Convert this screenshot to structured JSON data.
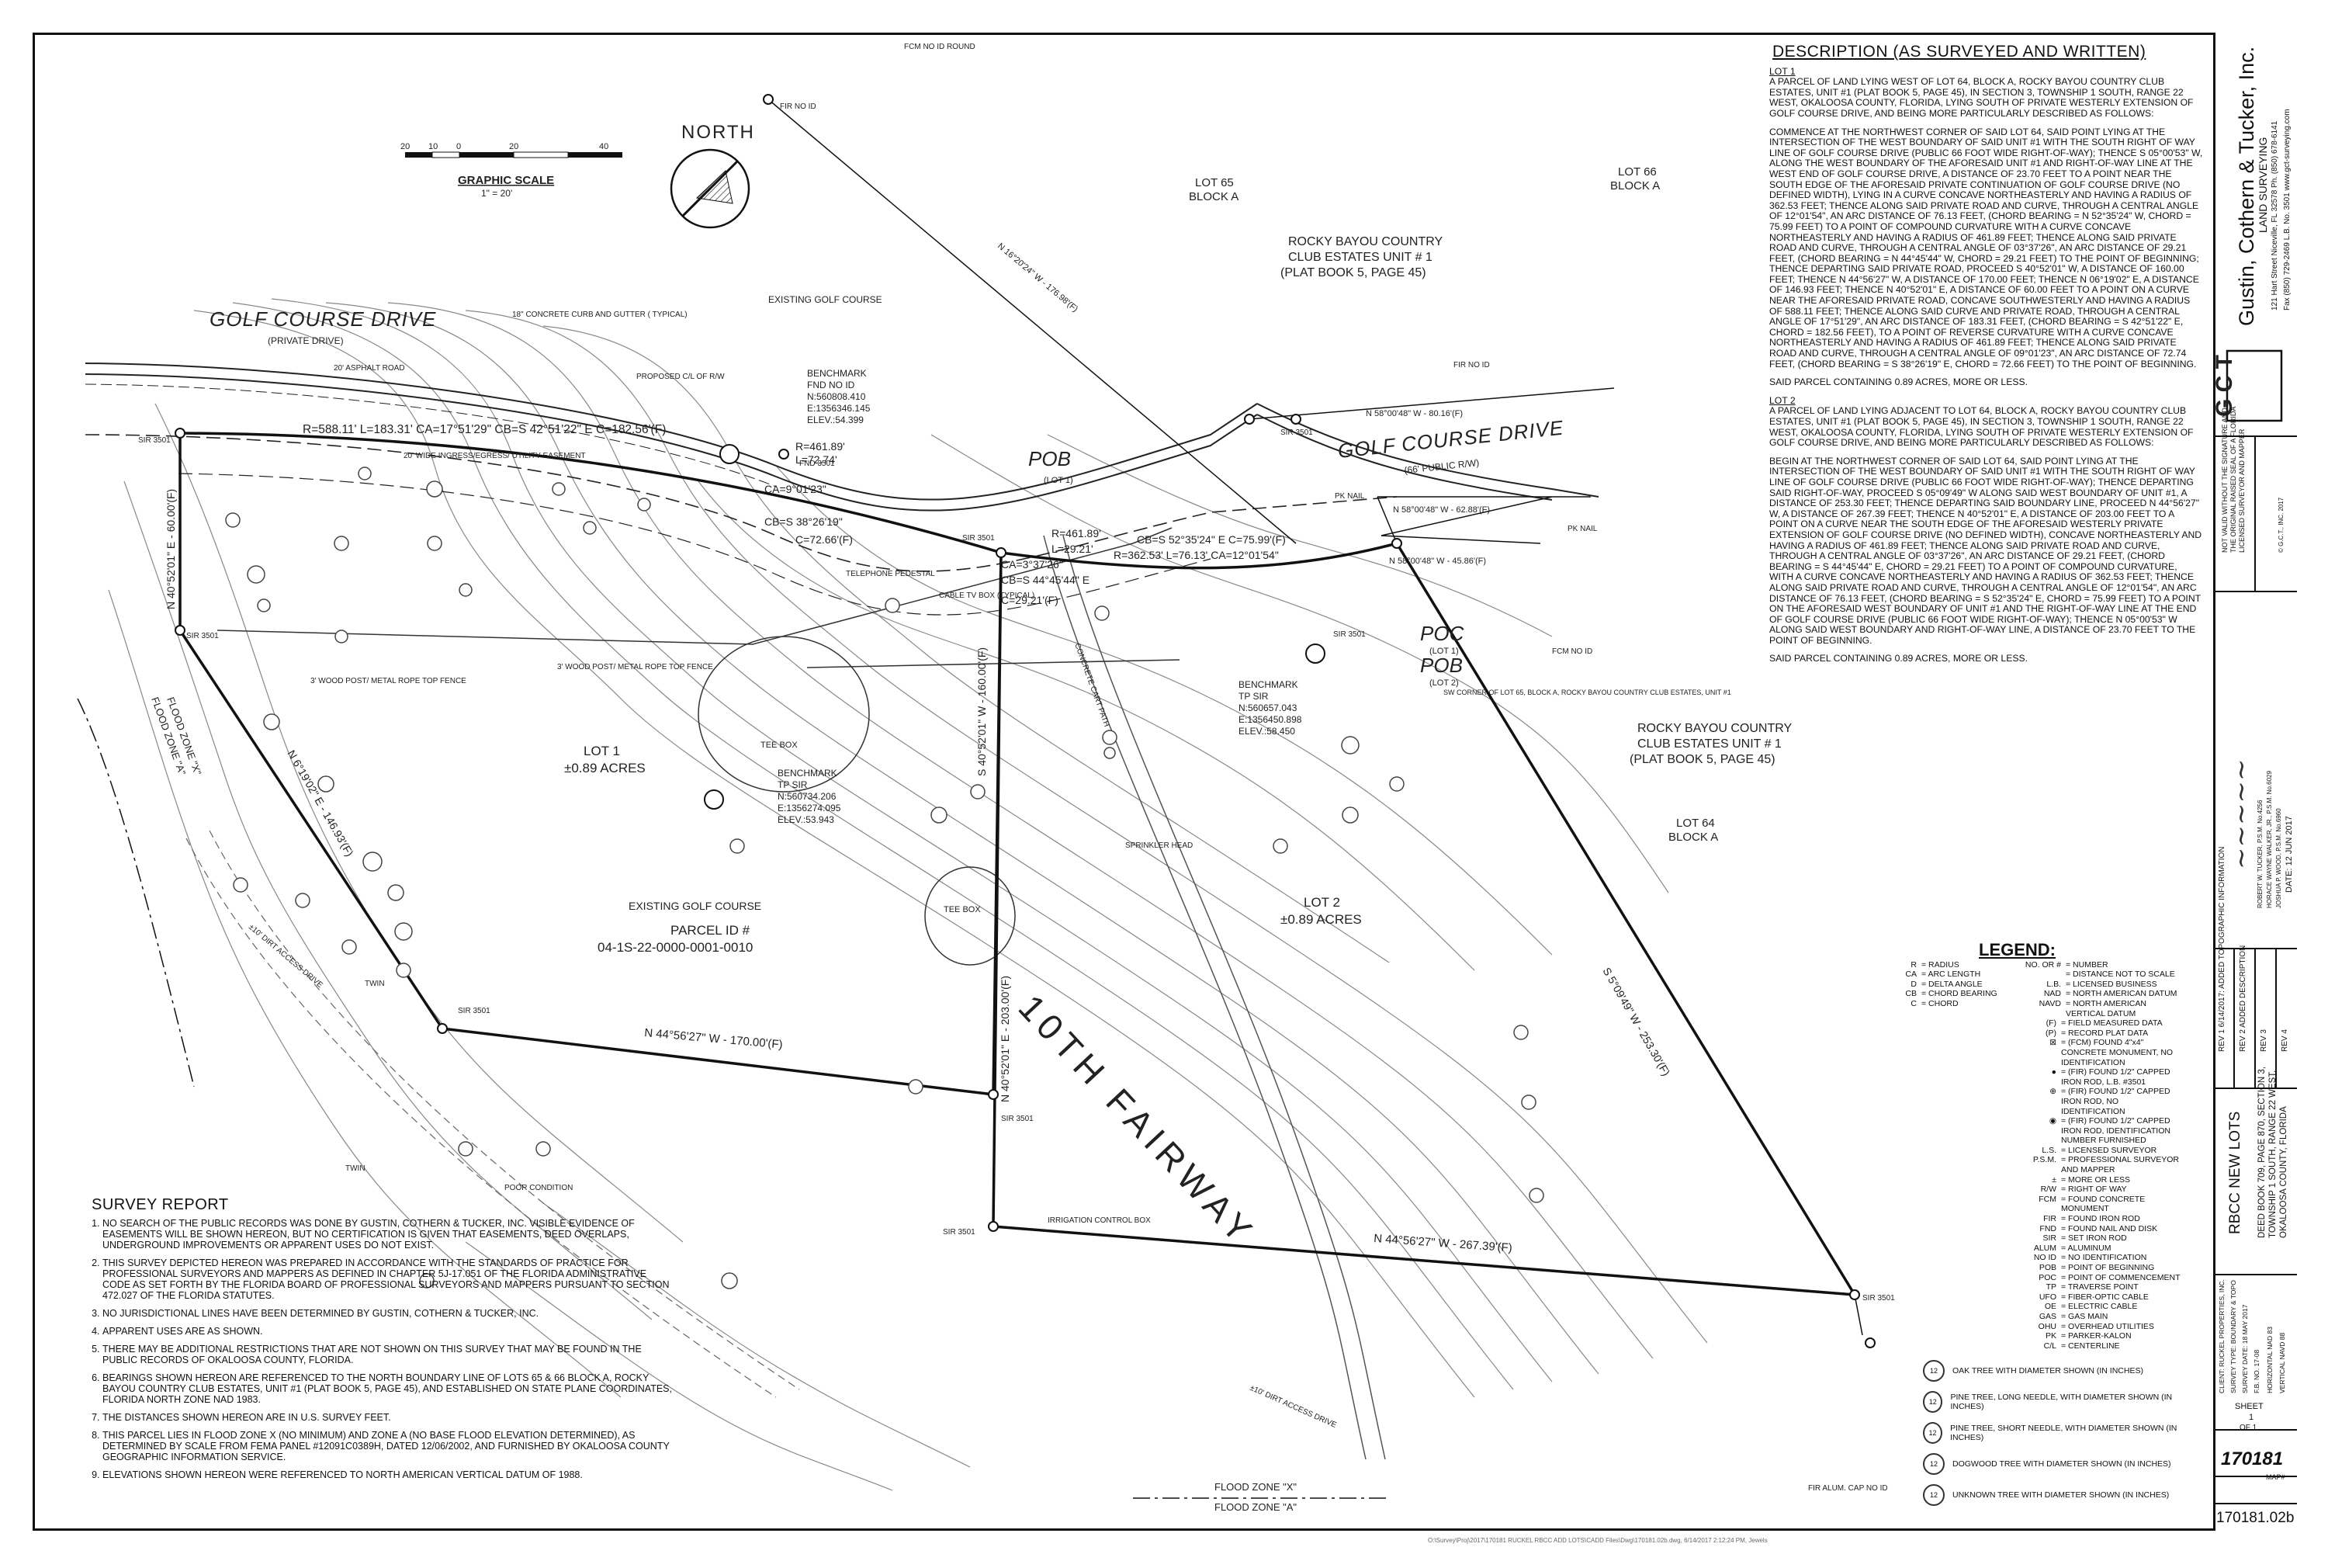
{
  "firm": {
    "name": "Gustin, Cothern & Tucker, Inc.",
    "sub": "LAND SURVEYING",
    "address1": "121 Hart Street   Niceville, FL 32578   Ph. (850) 678-6141",
    "address2": "Fax (850) 729-2469   L.B. No. 3501   www.gct-surveying.com",
    "logo": "G C T"
  },
  "plan": {
    "north_label": "NORTH",
    "scale_title": "GRAPHIC SCALE",
    "scale_note": "1\" = 20'",
    "scale_ticks": [
      "20",
      "10",
      "0",
      "20",
      "40"
    ],
    "gcd_left": "GOLF COURSE DRIVE",
    "gcd_left_sub": "(PRIVATE DRIVE)",
    "gcd_right": "GOLF COURSE DRIVE",
    "gcd_right_sub": "(66' PUBLIC R/W)",
    "existing_golf_top": "EXISTING GOLF COURSE",
    "existing_golf_mid": "EXISTING GOLF COURSE",
    "lot65": "LOT 65",
    "lot65_block": "BLOCK A",
    "lot66": "LOT 66",
    "lot66_block": "BLOCK A",
    "lot64": "LOT 64",
    "lot64_block": "BLOCK A",
    "rbcc_top": "ROCKY BAYOU COUNTRY",
    "rbcc_top2": "CLUB ESTATES UNIT # 1",
    "rbcc_top3": "(PLAT BOOK 5, PAGE 45)",
    "rbcc_right": "ROCKY BAYOU COUNTRY",
    "rbcc_right2": "CLUB ESTATES UNIT # 1",
    "rbcc_right3": "(PLAT BOOK 5, PAGE 45)",
    "lot1": "LOT 1",
    "lot1_area": "±0.89 ACRES",
    "lot2": "LOT 2",
    "lot2_area": "±0.89 ACRES",
    "parcel": "PARCEL ID #",
    "parcel_num": "04-1S-22-0000-0001-0010",
    "fairway": "10TH FAIRWAY",
    "pob": "POB",
    "pob_sub": "(LOT 1)",
    "poc": "POC",
    "poc_sub": "(LOT 1)",
    "pob2": "POB",
    "pob2_sub": "(LOT 2)",
    "tee_box": "TEE BOX",
    "tee_box2": "TEE BOX",
    "flood_x": "FLOOD ZONE \"X\"",
    "flood_a": "FLOOD ZONE \"A\"",
    "bench1": [
      "BENCHMARK",
      "FND NO ID",
      "N:560808.410",
      "E:1356346.145",
      "ELEV.:54.399"
    ],
    "bench2": [
      "BENCHMARK",
      "TP SIR",
      "N:560734.206",
      "E:1356274.095",
      "ELEV.:53.943"
    ],
    "bench3": [
      "BENCHMARK",
      "TP SIR",
      "N:560657.043",
      "E:1356450.898",
      "ELEV.:58.450"
    ],
    "curve_top": "R=588.11'   L=183.31'   CA=17°51'29\"   CB=S 42°51'22\" E   C=182.56'(F)",
    "curve_pob": [
      "R=461.89'",
      "L=72.74'",
      "CA=9°01'23\"",
      "CB=S 38°26'19\"",
      "C=72.66'(F)"
    ],
    "curve_mid": [
      "R=461.89'",
      "L=29.21'",
      "CA=3°37'26\"",
      "CB=S 44°45'44\" E",
      "C=29.21'(F)"
    ],
    "curve_right": "R=362.53'   L=76.13'   CA=12°01'54\"",
    "curve_right_cb": "CB=S 52°35'24\" E   C=75.99'(F)",
    "line_west": "N 40°52'01\" E - 60.00'(F)",
    "line_sw": "N 6°19'02\" E - 146.93'(F)",
    "line_mid_n": "S 40°52'01\" W - 160.00'(F)",
    "line_mid_s": "N 40°52'01\" E - 203.00'(F)",
    "line_h1": "N 44°56'27\" W - 170.00'(F)",
    "line_h2": "N 44°56'27\" W - 267.39'(F)",
    "line_east": "S 5°09'49\" W - 253.30'(F)",
    "line_ne": "N 16°20'24\" W - 176.98'(F)",
    "line_gcd": "N 58°00'48\" W - 80.16'(F)",
    "line_gcd2": "N 58°00'48\" W - 62.88'(F)",
    "line_gcd3": "N 58°00'48\" W - 45.86'(F)",
    "notes": [
      "18\" CONCRETE CURB AND GUTTER ( TYPICAL)",
      "PROPOSED C/L OF R/W",
      "20' ASPHALT ROAD",
      "20' WIDE INGRESS/EGRESS/ UTILITY EASEMENT",
      "TELEPHONE PEDESTAL",
      "CABLE TV BOX (TYPICAL)",
      "3' WOOD POST/ METAL ROPE TOP FENCE",
      "3' WOOD POST/ METAL ROPE TOP FENCE",
      "SPRINKLER HEAD",
      "IRRIGATION CONTROL BOX",
      "POOR CONDITION",
      "TWIN",
      "TWIN",
      "±10' DIRT ACCESS DRIVE",
      "±10' DIRT ACCESS DRIVE",
      "CONCRETE CART PATH",
      "FCM NO ID ROUND",
      "FIR NO ID",
      "FIR NO ID",
      "PK NAIL",
      "PK NAIL",
      "FCM NO ID",
      "FIR ALUM. CAP NO ID",
      "SW CORNER OF LOT 65, BLOCK A, ROCKY BAYOU COUNTRY CLUB ESTATES, UNIT #1",
      "SIR 3501",
      "FND 3501"
    ]
  },
  "description": {
    "title": "DESCRIPTION (AS SURVEYED AND WRITTEN)",
    "lot1_label": "LOT 1",
    "lot1_p1": "A PARCEL OF LAND LYING WEST OF LOT 64, BLOCK A, ROCKY BAYOU COUNTRY CLUB ESTATES, UNIT #1 (PLAT BOOK 5, PAGE 45), IN SECTION 3, TOWNSHIP 1 SOUTH, RANGE 22 WEST, OKALOOSA COUNTY, FLORIDA, LYING SOUTH OF PRIVATE WESTERLY EXTENSION OF GOLF COURSE DRIVE, AND BEING MORE PARTICULARLY DESCRIBED AS FOLLOWS:",
    "lot1_p2": "COMMENCE AT THE NORTHWEST CORNER OF SAID LOT 64, SAID POINT LYING AT THE INTERSECTION OF THE WEST BOUNDARY OF SAID UNIT #1 WITH THE SOUTH RIGHT OF WAY LINE OF GOLF COURSE DRIVE (PUBLIC 66 FOOT WIDE RIGHT-OF-WAY); THENCE S 05°00'53\" W, ALONG THE WEST BOUNDARY OF THE AFORESAID UNIT #1 AND RIGHT-OF-WAY LINE AT THE WEST END OF GOLF COURSE DRIVE, A DISTANCE OF 23.70 FEET TO A POINT NEAR THE SOUTH EDGE OF THE AFORESAID PRIVATE CONTINUATION OF GOLF COURSE DRIVE (NO DEFINED WIDTH), LYING IN A CURVE CONCAVE NORTHEASTERLY AND HAVING A RADIUS OF 362.53 FEET; THENCE ALONG SAID PRIVATE ROAD AND CURVE, THROUGH A CENTRAL ANGLE OF 12°01'54\", AN ARC DISTANCE OF 76.13 FEET, (CHORD BEARING = N 52°35'24\" W, CHORD = 75.99 FEET) TO A POINT OF COMPOUND CURVATURE WITH A CURVE CONCAVE NORTHEASTERLY AND HAVING A RADIUS OF 461.89 FEET; THENCE ALONG SAID PRIVATE ROAD AND CURVE, THROUGH A CENTRAL ANGLE OF 03°37'26\", AN ARC DISTANCE OF 29.21 FEET, (CHORD BEARING = N 44°45'44\" W, CHORD = 29.21 FEET) TO THE POINT OF BEGINNING; THENCE DEPARTING SAID PRIVATE ROAD, PROCEED S 40°52'01\" W, A DISTANCE OF 160.00 FEET; THENCE N 44°56'27\" W, A DISTANCE OF 170.00 FEET; THENCE N 06°19'02\" E, A DISTANCE OF 146.93 FEET; THENCE N 40°52'01\" E, A DISTANCE OF 60.00 FEET TO A POINT ON A CURVE NEAR THE AFORESAID PRIVATE ROAD, CONCAVE SOUTHWESTERLY AND HAVING A RADIUS OF 588.11 FEET; THENCE ALONG SAID CURVE AND PRIVATE ROAD, THROUGH A CENTRAL ANGLE OF 17°51'29\", AN ARC DISTANCE OF 183.31 FEET, (CHORD BEARING = S 42°51'22\" E, CHORD = 182.56 FEET), TO A POINT OF REVERSE CURVATURE WITH A CURVE CONCAVE NORTHEASTERLY AND HAVING A RADIUS OF 461.89 FEET; THENCE ALONG SAID PRIVATE ROAD AND CURVE, THROUGH A CENTRAL ANGLE OF 09°01'23\", AN ARC DISTANCE OF 72.74 FEET, (CHORD BEARING = S 38°26'19\" E, CHORD = 72.66 FEET) TO THE POINT OF BEGINNING.",
    "lot1_p3": "SAID PARCEL CONTAINING 0.89 ACRES, MORE OR LESS.",
    "lot2_label": "LOT 2",
    "lot2_p1": "A PARCEL OF LAND LYING ADJACENT TO LOT 64, BLOCK A, ROCKY BAYOU COUNTRY CLUB ESTATES, UNIT #1 (PLAT BOOK 5, PAGE 45), IN SECTION 3, TOWNSHIP 1 SOUTH, RANGE 22 WEST, OKALOOSA COUNTY, FLORIDA, LYING SOUTH OF PRIVATE WESTERLY EXTENSION OF GOLF COURSE DRIVE, AND BEING MORE PARTICULARLY DESCRIBED AS FOLLOWS:",
    "lot2_p2": "BEGIN AT THE NORTHWEST CORNER OF SAID LOT 64, SAID POINT LYING AT THE INTERSECTION OF THE WEST BOUNDARY OF SAID UNIT #1 WITH THE SOUTH RIGHT OF WAY LINE OF GOLF COURSE DRIVE (PUBLIC 66 FOOT WIDE RIGHT-OF-WAY); THENCE DEPARTING SAID RIGHT-OF-WAY, PROCEED S 05°09'49\" W ALONG SAID WEST BOUNDARY OF UNIT #1, A DISTANCE OF 253.30 FEET; THENCE DEPARTING SAID BOUNDARY LINE, PROCEED N 44°56'27\" W, A DISTANCE OF 267.39 FEET; THENCE N 40°52'01\" E, A DISTANCE OF 203.00 FEET TO A POINT ON A CURVE NEAR THE SOUTH EDGE OF THE AFORESAID WESTERLY PRIVATE EXTENSION OF GOLF COURSE DRIVE (NO DEFINED WIDTH), CONCAVE NORTHEASTERLY AND HAVING A RADIUS OF 461.89 FEET; THENCE ALONG SAID PRIVATE ROAD AND CURVE, THROUGH A CENTRAL ANGLE OF 03°37'26\", AN ARC DISTANCE OF 29.21 FEET, (CHORD BEARING = S 44°45'44\" E, CHORD = 29.21 FEET) TO A POINT OF COMPOUND CURVATURE, WITH A CURVE CONCAVE NORTHEASTERLY AND HAVING A RADIUS OF 362.53 FEET; THENCE ALONG SAID PRIVATE ROAD AND CURVE, THROUGH A CENTRAL ANGLE OF 12°01'54\", AN ARC DISTANCE OF 76.13 FEET, (CHORD BEARING = S 52°35'24\" E, CHORD = 75.99 FEET) TO A POINT ON THE AFORESAID WEST BOUNDARY OF UNIT #1 AND THE RIGHT-OF-WAY LINE AT THE END OF GOLF COURSE DRIVE (PUBLIC 66 FOOT WIDE RIGHT-OF-WAY); THENCE N 05°00'53\" W ALONG SAID WEST BOUNDARY AND RIGHT-OF-WAY LINE, A DISTANCE OF 23.70 FEET TO THE POINT OF BEGINNING.",
    "lot2_p3": "SAID PARCEL CONTAINING 0.89 ACRES, MORE OR LESS."
  },
  "report": {
    "title": "SURVEY REPORT",
    "items": [
      "NO SEARCH OF THE PUBLIC RECORDS WAS DONE BY GUSTIN, COTHERN & TUCKER, INC. VISIBLE EVIDENCE OF EASEMENTS WILL BE SHOWN HEREON, BUT NO CERTIFICATION IS GIVEN THAT EASEMENTS, DEED OVERLAPS, UNDERGROUND IMPROVEMENTS OR APPARENT USES DO NOT EXIST.",
      "THIS SURVEY DEPICTED HEREON WAS PREPARED IN ACCORDANCE WITH THE STANDARDS OF PRACTICE FOR PROFESSIONAL SURVEYORS AND MAPPERS AS DEFINED IN CHAPTER 5J-17.051 OF THE FLORIDA ADMINISTRATIVE CODE AS SET FORTH BY THE FLORIDA BOARD OF PROFESSIONAL SURVEYORS AND MAPPERS PURSUANT TO SECTION 472.027 OF THE FLORIDA STATUTES.",
      "NO JURISDICTIONAL LINES HAVE BEEN DETERMINED BY GUSTIN, COTHERN & TUCKER, INC.",
      "APPARENT USES ARE AS SHOWN.",
      "THERE MAY BE ADDITIONAL RESTRICTIONS THAT ARE NOT SHOWN ON THIS SURVEY THAT MAY BE FOUND IN THE PUBLIC RECORDS OF OKALOOSA COUNTY, FLORIDA.",
      "BEARINGS SHOWN HEREON ARE REFERENCED TO THE NORTH BOUNDARY LINE OF LOTS 65 & 66 BLOCK A, ROCKY BAYOU COUNTRY CLUB ESTATES, UNIT #1 (PLAT BOOK 5, PAGE 45), AND ESTABLISHED ON STATE PLANE COORDINATES, FLORIDA NORTH ZONE NAD 1983.",
      "THE DISTANCES SHOWN HEREON ARE IN U.S. SURVEY FEET.",
      "THIS PARCEL LIES IN FLOOD ZONE X (NO MINIMUM) AND ZONE A (NO BASE FLOOD ELEVATION DETERMINED), AS DETERMINED BY SCALE FROM FEMA PANEL #12091C0389H, DATED 12/06/2002, AND FURNISHED BY OKALOOSA COUNTY GEOGRAPHIC INFORMATION SERVICE.",
      "ELEVATIONS SHOWN HEREON WERE REFERENCED TO NORTH AMERICAN VERTICAL DATUM OF 1988."
    ]
  },
  "legend": {
    "title": "LEGEND:",
    "rows": [
      [
        "R",
        "= RADIUS",
        "NO. OR #",
        "= NUMBER"
      ],
      [
        "CA",
        "= ARC LENGTH",
        "",
        "= DISTANCE NOT TO SCALE"
      ],
      [
        "D",
        "= DELTA ANGLE",
        "L.B.",
        "= LICENSED BUSINESS"
      ],
      [
        "CB",
        "= CHORD BEARING",
        "NAD",
        "= NORTH AMERICAN DATUM"
      ],
      [
        "C",
        "= CHORD",
        "NAVD",
        "= NORTH AMERICAN VERTICAL DATUM"
      ]
    ],
    "items": [
      [
        "(F)",
        "= FIELD MEASURED DATA"
      ],
      [
        "(P)",
        "= RECORD PLAT DATA"
      ],
      [
        "⊠",
        "= (FCM) FOUND 4\"x4\" CONCRETE MONUMENT, NO IDENTIFICATION"
      ],
      [
        "●",
        "= (FIR) FOUND 1/2\" CAPPED IRON ROD, L.B. #3501"
      ],
      [
        "⊕",
        "= (FIR) FOUND 1/2\" CAPPED IRON ROD, NO IDENTIFICATION"
      ],
      [
        "◉",
        "= (FIR) FOUND 1/2\" CAPPED IRON ROD, IDENTIFICATION NUMBER FURNISHED"
      ],
      [
        "L.S.",
        "= LICENSED SURVEYOR"
      ],
      [
        "P.S.M.",
        "= PROFESSIONAL SURVEYOR AND MAPPER"
      ],
      [
        "±",
        "= MORE OR LESS"
      ],
      [
        "R/W",
        "= RIGHT OF WAY"
      ],
      [
        "FCM",
        "= FOUND CONCRETE MONUMENT"
      ],
      [
        "FIR",
        "= FOUND IRON ROD"
      ],
      [
        "FND",
        "= FOUND NAIL AND DISK"
      ],
      [
        "SIR",
        "= SET IRON ROD"
      ],
      [
        "ALUM",
        "= ALUMINUM"
      ],
      [
        "NO ID",
        "= NO IDENTIFICATION"
      ],
      [
        "POB",
        "= POINT OF BEGINNING"
      ],
      [
        "POC",
        "= POINT OF COMMENCEMENT"
      ],
      [
        "TP",
        "= TRAVERSE POINT"
      ],
      [
        "UFO",
        "= FIBER-OPTIC CABLE"
      ],
      [
        "OE",
        "= ELECTRIC CABLE"
      ],
      [
        "GAS",
        "= GAS MAIN"
      ],
      [
        "OHU",
        "= OVERHEAD UTILITIES"
      ],
      [
        "PK",
        "= PARKER-KALON"
      ],
      [
        "C/L",
        "= CENTERLINE"
      ]
    ],
    "symbols": [
      [
        "12",
        "OAK TREE WITH DIAMETER SHOWN (IN INCHES)"
      ],
      [
        "12",
        "PINE TREE, LONG NEEDLE, WITH DIAMETER SHOWN (IN INCHES)"
      ],
      [
        "12",
        "PINE TREE, SHORT NEEDLE, WITH DIAMETER SHOWN (IN INCHES)"
      ],
      [
        "12",
        "DOGWOOD TREE WITH DIAMETER SHOWN (IN INCHES)"
      ],
      [
        "12",
        "UNKNOWN TREE WITH DIAMETER SHOWN (IN INCHES)"
      ]
    ]
  },
  "titleblock": {
    "project": "RBCC NEW LOTS",
    "deed": "DEED BOOK 709, PAGE 870, SECTION 3, TOWNSHIP 1 SOUTH, RANGE 22 WEST, OKALOOSA COUNTY, FLORIDA",
    "client": "CLIENT: RUCKEL PROPERTIES, INC.",
    "survey_type": "SURVEY TYPE: BOUNDARY & TOPO",
    "survey_date": "SURVEY DATE: 18 MAY 2017",
    "fb": "F.B. NO.  17-08",
    "datum_h": "HORIZONTAL NAD 83",
    "datum_v": "VERTICAL NAVD 88",
    "rev1": "REV 1  6/14/2017: ADDED TOPOGRAPHIC INFORMATION",
    "rev2": "REV 2  ADDED DESCRIPTION",
    "rev3": "REV 3",
    "rev4": "REV 4",
    "sheet_label": "SHEET",
    "sheet_num": "1",
    "sheet_of": "OF 1",
    "job": "170181",
    "map_label": "MAP#",
    "map": "170181.02b",
    "signer": "ROBERT W. TUCKER, P.S.M. No.4256",
    "signer2": "HORACE WAYNE WALKER, JR., P.S.M. No.6029",
    "signer3": "JOSHUA P. WOOD, P.S.M. No.6960",
    "sign_date": "DATE: 12 JUN 2017",
    "seal_note": "NOT VALID WITHOUT THE SIGNATURE AND THE ORIGINAL RAISED SEAL OF A FLORIDA LICENSED SURVEYOR AND MAPPER",
    "copyright": "© G.C.T., INC. 2017"
  },
  "footer_path": "O:\\Survey\\Proj\\2017\\170181 RUCKEL RBCC ADD LOTS\\CADD Files\\Dwg\\170181.02b.dwg, 6/14/2017 2:12:24 PM, Jewels"
}
